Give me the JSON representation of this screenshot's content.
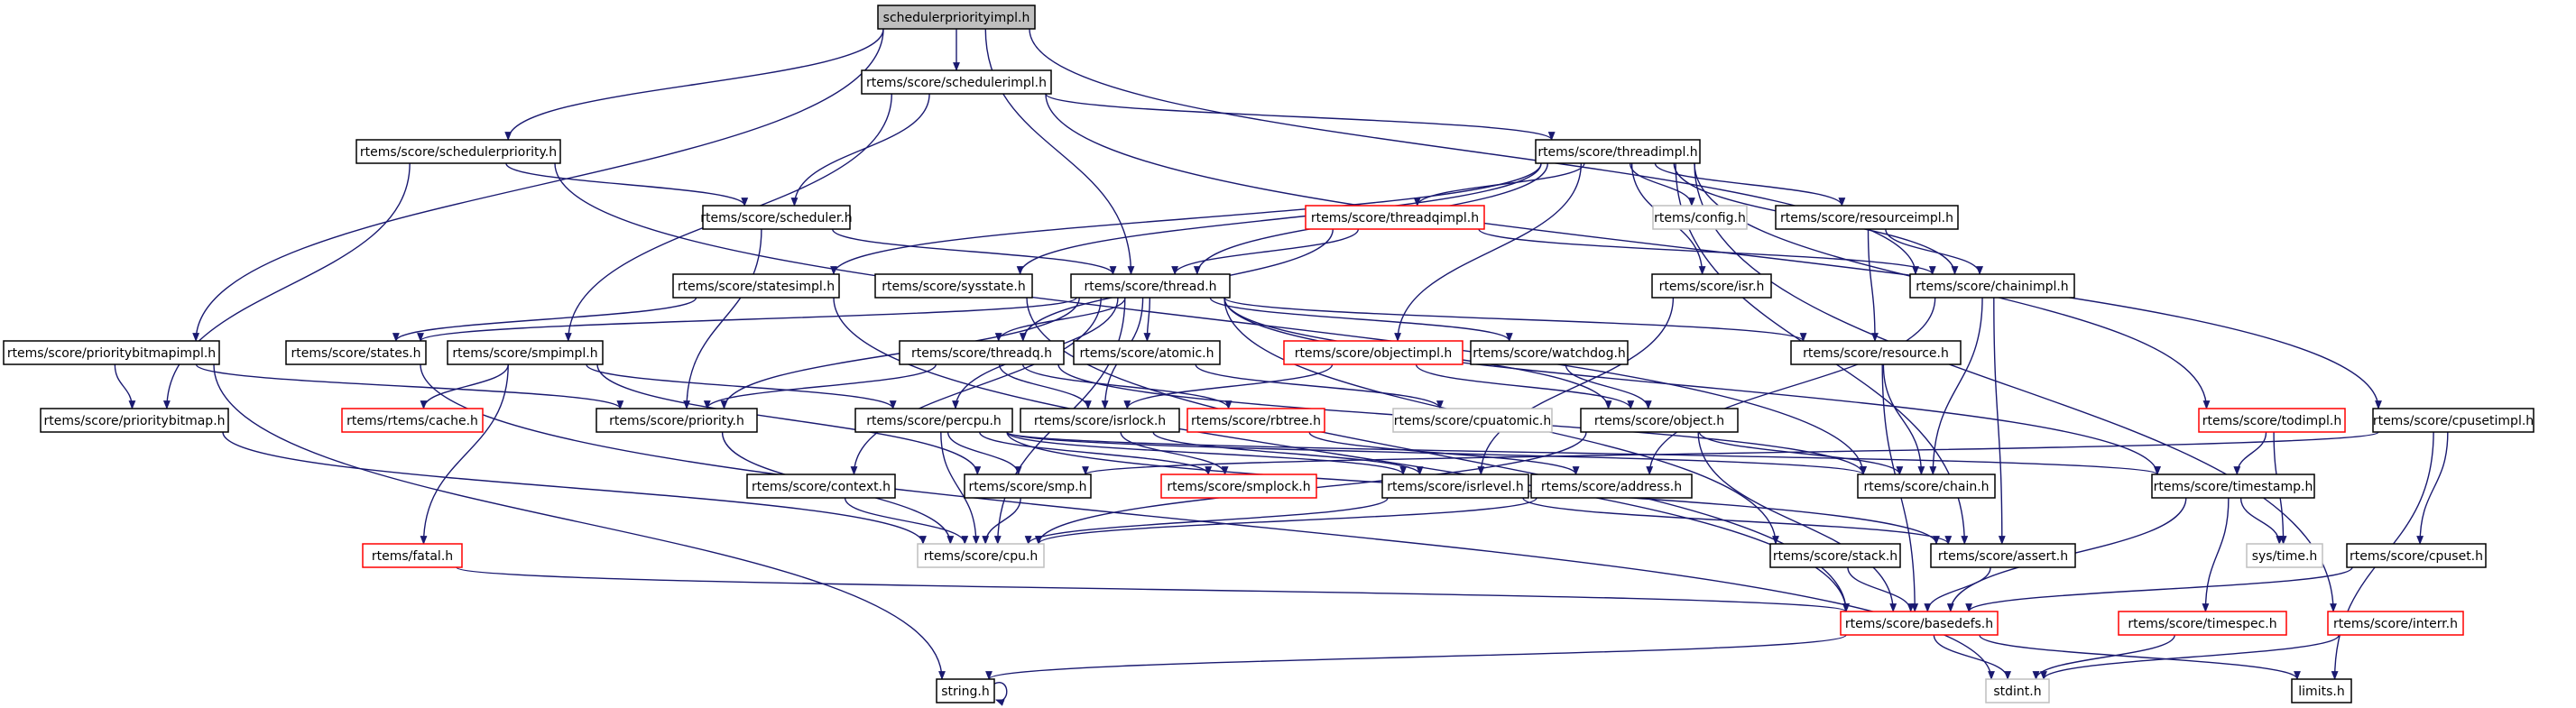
{
  "title": "schedulerpriorityimpl.h include dependency graph",
  "colors": {
    "edge": "#191970",
    "node_border": "#000000",
    "node_border_missing": "#ff0000",
    "node_border_external": "#bfbfbf",
    "root_fill": "#bfbfbf",
    "node_fill": "#ffffff"
  },
  "nodes": [
    {
      "id": "root",
      "label": "schedulerpriorityimpl.h",
      "kind": "root"
    },
    {
      "id": "schedulerimpl",
      "label": "rtems/score/schedulerimpl.h",
      "kind": "normal"
    },
    {
      "id": "schedulerpriority",
      "label": "rtems/score/schedulerpriority.h",
      "kind": "normal"
    },
    {
      "id": "threadimpl",
      "label": "rtems/score/threadimpl.h",
      "kind": "normal"
    },
    {
      "id": "scheduler",
      "label": "rtems/score/scheduler.h",
      "kind": "normal"
    },
    {
      "id": "threadqimpl",
      "label": "rtems/score/threadqimpl.h",
      "kind": "missing"
    },
    {
      "id": "config",
      "label": "rtems/config.h",
      "kind": "external"
    },
    {
      "id": "resourceimpl",
      "label": "rtems/score/resourceimpl.h",
      "kind": "normal"
    },
    {
      "id": "statesimpl",
      "label": "rtems/score/statesimpl.h",
      "kind": "normal"
    },
    {
      "id": "sysstate",
      "label": "rtems/score/sysstate.h",
      "kind": "normal"
    },
    {
      "id": "thread",
      "label": "rtems/score/thread.h",
      "kind": "normal"
    },
    {
      "id": "isr",
      "label": "rtems/score/isr.h",
      "kind": "normal"
    },
    {
      "id": "chainimpl",
      "label": "rtems/score/chainimpl.h",
      "kind": "normal"
    },
    {
      "id": "prioritybitmapimpl",
      "label": "rtems/score/prioritybitmapimpl.h",
      "kind": "normal"
    },
    {
      "id": "states",
      "label": "rtems/score/states.h",
      "kind": "normal"
    },
    {
      "id": "smpimpl",
      "label": "rtems/score/smpimpl.h",
      "kind": "normal"
    },
    {
      "id": "threadq",
      "label": "rtems/score/threadq.h",
      "kind": "normal"
    },
    {
      "id": "atomic",
      "label": "rtems/score/atomic.h",
      "kind": "normal"
    },
    {
      "id": "objectimpl",
      "label": "rtems/score/objectimpl.h",
      "kind": "missing"
    },
    {
      "id": "watchdog",
      "label": "rtems/score/watchdog.h",
      "kind": "normal"
    },
    {
      "id": "resource",
      "label": "rtems/score/resource.h",
      "kind": "normal"
    },
    {
      "id": "prioritybitmap",
      "label": "rtems/score/prioritybitmap.h",
      "kind": "normal"
    },
    {
      "id": "cache",
      "label": "rtems/rtems/cache.h",
      "kind": "missing"
    },
    {
      "id": "priority",
      "label": "rtems/score/priority.h",
      "kind": "normal"
    },
    {
      "id": "percpu",
      "label": "rtems/score/percpu.h",
      "kind": "normal"
    },
    {
      "id": "isrlock",
      "label": "rtems/score/isrlock.h",
      "kind": "normal"
    },
    {
      "id": "rbtree",
      "label": "rtems/score/rbtree.h",
      "kind": "missing"
    },
    {
      "id": "cpuatomic",
      "label": "rtems/score/cpuatomic.h",
      "kind": "external"
    },
    {
      "id": "object",
      "label": "rtems/score/object.h",
      "kind": "normal"
    },
    {
      "id": "todimpl",
      "label": "rtems/score/todimpl.h",
      "kind": "missing"
    },
    {
      "id": "cpusetimpl",
      "label": "rtems/score/cpusetimpl.h",
      "kind": "normal"
    },
    {
      "id": "context",
      "label": "rtems/score/context.h",
      "kind": "normal"
    },
    {
      "id": "smp",
      "label": "rtems/score/smp.h",
      "kind": "normal"
    },
    {
      "id": "smplock",
      "label": "rtems/score/smplock.h",
      "kind": "missing"
    },
    {
      "id": "isrlevel",
      "label": "rtems/score/isrlevel.h",
      "kind": "normal"
    },
    {
      "id": "address",
      "label": "rtems/score/address.h",
      "kind": "normal"
    },
    {
      "id": "chain",
      "label": "rtems/score/chain.h",
      "kind": "normal"
    },
    {
      "id": "timestamp",
      "label": "rtems/score/timestamp.h",
      "kind": "normal"
    },
    {
      "id": "fatal",
      "label": "rtems/fatal.h",
      "kind": "missing"
    },
    {
      "id": "cpu",
      "label": "rtems/score/cpu.h",
      "kind": "external"
    },
    {
      "id": "stack",
      "label": "rtems/score/stack.h",
      "kind": "normal"
    },
    {
      "id": "assert",
      "label": "rtems/score/assert.h",
      "kind": "normal"
    },
    {
      "id": "systime",
      "label": "sys/time.h",
      "kind": "external"
    },
    {
      "id": "cpuset",
      "label": "rtems/score/cpuset.h",
      "kind": "normal"
    },
    {
      "id": "basedefs",
      "label": "rtems/score/basedefs.h",
      "kind": "missing"
    },
    {
      "id": "timespec",
      "label": "rtems/score/timespec.h",
      "kind": "missing"
    },
    {
      "id": "interr",
      "label": "rtems/score/interr.h",
      "kind": "missing"
    },
    {
      "id": "string",
      "label": "string.h",
      "kind": "normal"
    },
    {
      "id": "stdint",
      "label": "stdint.h",
      "kind": "external"
    },
    {
      "id": "limits",
      "label": "limits.h",
      "kind": "normal"
    }
  ],
  "edges": [
    [
      "root",
      "schedulerimpl"
    ],
    [
      "root",
      "schedulerpriority"
    ],
    [
      "root",
      "thread"
    ],
    [
      "root",
      "prioritybitmapimpl"
    ],
    [
      "root",
      "chainimpl"
    ],
    [
      "schedulerimpl",
      "threadimpl"
    ],
    [
      "schedulerimpl",
      "scheduler"
    ],
    [
      "schedulerimpl",
      "smpimpl"
    ],
    [
      "schedulerimpl",
      "cpusetimpl"
    ],
    [
      "schedulerpriority",
      "scheduler"
    ],
    [
      "schedulerpriority",
      "prioritybitmap"
    ],
    [
      "schedulerpriority",
      "chain"
    ],
    [
      "threadimpl",
      "threadqimpl"
    ],
    [
      "threadimpl",
      "config"
    ],
    [
      "threadimpl",
      "resourceimpl"
    ],
    [
      "threadimpl",
      "statesimpl"
    ],
    [
      "threadimpl",
      "sysstate"
    ],
    [
      "threadimpl",
      "thread"
    ],
    [
      "threadimpl",
      "isr"
    ],
    [
      "threadimpl",
      "chainimpl"
    ],
    [
      "threadimpl",
      "objectimpl"
    ],
    [
      "threadimpl",
      "todimpl"
    ],
    [
      "threadimpl",
      "assert"
    ],
    [
      "threadimpl",
      "interr"
    ],
    [
      "scheduler",
      "thread"
    ],
    [
      "scheduler",
      "priority"
    ],
    [
      "threadqimpl",
      "thread"
    ],
    [
      "threadqimpl",
      "threadq"
    ],
    [
      "threadqimpl",
      "chainimpl"
    ],
    [
      "resourceimpl",
      "chainimpl"
    ],
    [
      "resourceimpl",
      "resource"
    ],
    [
      "statesimpl",
      "states"
    ],
    [
      "statesimpl",
      "basedefs"
    ],
    [
      "sysstate",
      "basedefs"
    ],
    [
      "thread",
      "states"
    ],
    [
      "thread",
      "threadq"
    ],
    [
      "thread",
      "atomic"
    ],
    [
      "thread",
      "watchdog"
    ],
    [
      "thread",
      "resource"
    ],
    [
      "thread",
      "priority"
    ],
    [
      "thread",
      "percpu"
    ],
    [
      "thread",
      "isrlock"
    ],
    [
      "thread",
      "object"
    ],
    [
      "thread",
      "context"
    ],
    [
      "thread",
      "stack"
    ],
    [
      "thread",
      "timestamp"
    ],
    [
      "thread",
      "cpu"
    ],
    [
      "isr",
      "isrlevel"
    ],
    [
      "chainimpl",
      "chain"
    ],
    [
      "chainimpl",
      "assert"
    ],
    [
      "chainimpl",
      "address"
    ],
    [
      "prioritybitmapimpl",
      "prioritybitmap"
    ],
    [
      "prioritybitmapimpl",
      "priority"
    ],
    [
      "prioritybitmapimpl",
      "string"
    ],
    [
      "states",
      "stdint"
    ],
    [
      "smpimpl",
      "cache"
    ],
    [
      "smpimpl",
      "percpu"
    ],
    [
      "smpimpl",
      "fatal"
    ],
    [
      "smpimpl",
      "smp"
    ],
    [
      "threadq",
      "priority"
    ],
    [
      "threadq",
      "isrlock"
    ],
    [
      "threadq",
      "rbtree"
    ],
    [
      "threadq",
      "chain"
    ],
    [
      "atomic",
      "cpuatomic"
    ],
    [
      "objectimpl",
      "object"
    ],
    [
      "objectimpl",
      "isrlock"
    ],
    [
      "watchdog",
      "object"
    ],
    [
      "resource",
      "chain"
    ],
    [
      "resource",
      "basedefs"
    ],
    [
      "prioritybitmap",
      "cpu"
    ],
    [
      "priority",
      "cpu"
    ],
    [
      "percpu",
      "cpu"
    ],
    [
      "percpu",
      "smp"
    ],
    [
      "percpu",
      "smplock"
    ],
    [
      "percpu",
      "isrlevel"
    ],
    [
      "percpu",
      "timestamp"
    ],
    [
      "percpu",
      "assert"
    ],
    [
      "percpu",
      "chain"
    ],
    [
      "isrlock",
      "smplock"
    ],
    [
      "isrlock",
      "isrlevel"
    ],
    [
      "rbtree",
      "address"
    ],
    [
      "object",
      "chain"
    ],
    [
      "object",
      "cpu"
    ],
    [
      "object",
      "basedefs"
    ],
    [
      "todimpl",
      "timestamp"
    ],
    [
      "todimpl",
      "systime"
    ],
    [
      "cpusetimpl",
      "cpuset"
    ],
    [
      "cpusetimpl",
      "smp"
    ],
    [
      "cpusetimpl",
      "limits"
    ],
    [
      "context",
      "cpu"
    ],
    [
      "smp",
      "cpu"
    ],
    [
      "isrlevel",
      "cpu"
    ],
    [
      "isrlevel",
      "assert"
    ],
    [
      "address",
      "cpu"
    ],
    [
      "timestamp",
      "basedefs"
    ],
    [
      "timestamp",
      "timespec"
    ],
    [
      "timestamp",
      "systime"
    ],
    [
      "fatal",
      "basedefs"
    ],
    [
      "stack",
      "basedefs"
    ],
    [
      "assert",
      "basedefs"
    ],
    [
      "cpuset",
      "basedefs"
    ],
    [
      "basedefs",
      "string"
    ],
    [
      "basedefs",
      "stdint"
    ],
    [
      "basedefs",
      "limits"
    ],
    [
      "timespec",
      "stdint"
    ],
    [
      "interr",
      "stdint"
    ],
    [
      "string",
      "string"
    ]
  ]
}
